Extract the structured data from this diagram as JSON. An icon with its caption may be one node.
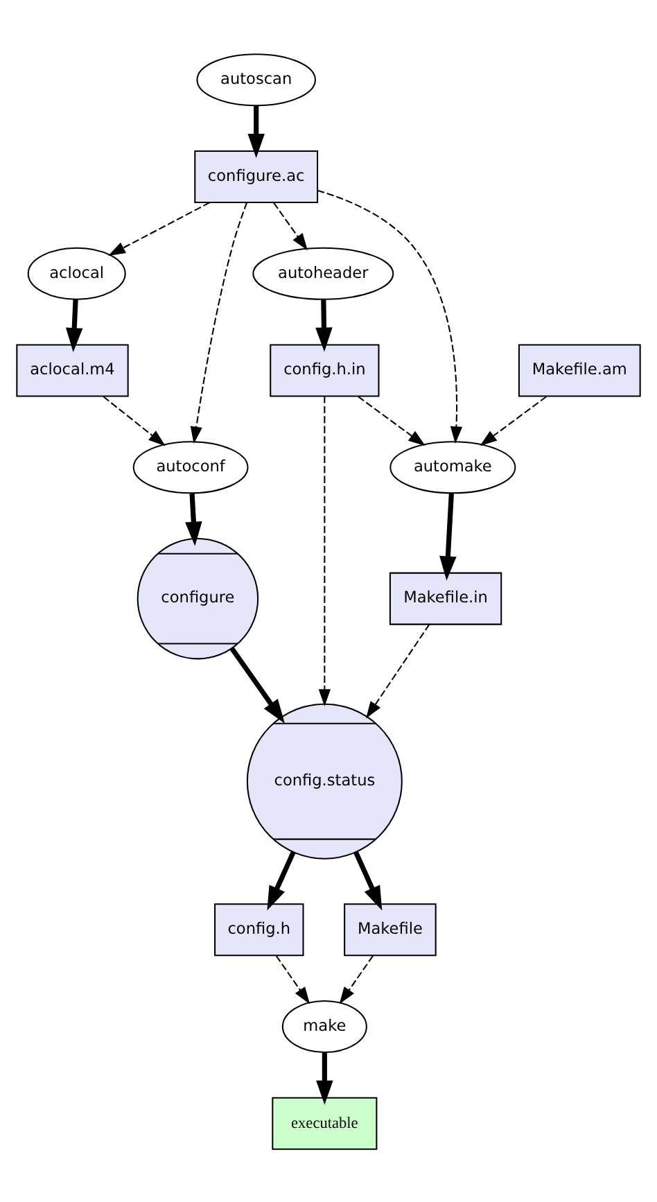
{
  "diagram": {
    "nodes": [
      {
        "text": [
          "autoscan"
        ]
      },
      {
        "text": [
          "configure.ac"
        ]
      },
      {
        "text": [
          "aclocal"
        ]
      },
      {
        "text": [
          "autoheader"
        ]
      },
      {
        "text": [
          "aclocal.m4"
        ]
      },
      {
        "text": [
          "config.h.in"
        ]
      },
      {
        "text": [
          "Makefile.am"
        ]
      },
      {
        "text": [
          "autoconf"
        ]
      },
      {
        "text": [
          "automake"
        ]
      },
      {
        "text": [
          "configure"
        ]
      },
      {
        "text": [
          "Makefile.in"
        ]
      },
      {
        "text": [
          "config.status"
        ]
      },
      {
        "text": [
          "config.h"
        ]
      },
      {
        "text": [
          "Makefile"
        ]
      },
      {
        "text": [
          "make"
        ]
      },
      {
        "text": [
          "executable"
        ]
      }
    ],
    "edges": [
      {
        "from": 0,
        "to": 1,
        "arrow": "to",
        "style": "thick"
      },
      {
        "from": 1,
        "to": 2,
        "arrow": "to",
        "style": "dashed"
      },
      {
        "from": 1,
        "to": 3,
        "arrow": "to",
        "style": "dashed"
      },
      {
        "from": 1,
        "to": 7,
        "arrow": "to",
        "style": "dashed"
      },
      {
        "from": 1,
        "to": 8,
        "arrow": "to",
        "style": "dashed"
      },
      {
        "from": 2,
        "to": 4,
        "arrow": "to",
        "style": "thick"
      },
      {
        "from": 3,
        "to": 5,
        "arrow": "to",
        "style": "thick"
      },
      {
        "from": 4,
        "to": 7,
        "arrow": "to",
        "style": "dashed"
      },
      {
        "from": 5,
        "to": 8,
        "arrow": "to",
        "style": "dashed"
      },
      {
        "from": 6,
        "to": 8,
        "arrow": "to",
        "style": "dashed"
      },
      {
        "from": 5,
        "to": 11,
        "arrow": "to",
        "style": "dashed"
      },
      {
        "from": 7,
        "to": 9,
        "arrow": "to",
        "style": "thick"
      },
      {
        "from": 8,
        "to": 10,
        "arrow": "to",
        "style": "thick"
      },
      {
        "from": 9,
        "to": 11,
        "arrow": "to",
        "style": "thick"
      },
      {
        "from": 10,
        "to": 11,
        "arrow": "to",
        "style": "dashed"
      },
      {
        "from": 11,
        "to": 12,
        "arrow": "to",
        "style": "thick"
      },
      {
        "from": 11,
        "to": 13,
        "arrow": "to",
        "style": "thick"
      },
      {
        "from": 12,
        "to": 14,
        "arrow": "to",
        "style": "dashed"
      },
      {
        "from": 13,
        "to": 14,
        "arrow": "to",
        "style": "dashed"
      },
      {
        "from": 14,
        "to": 15,
        "arrow": "to",
        "style": "thick"
      }
    ]
  }
}
